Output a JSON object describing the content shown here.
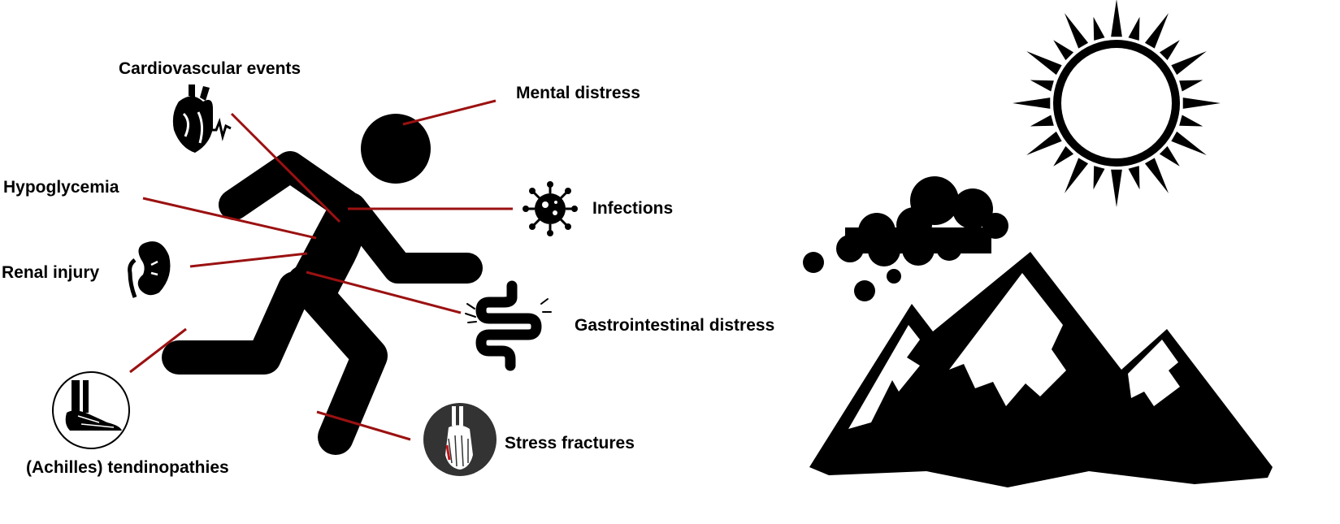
{
  "labels": {
    "cardiovascular": "Cardiovascular events",
    "mental": "Mental distress",
    "hypoglycemia": "Hypoglycemia",
    "infections": "Infections",
    "renal": "Renal injury",
    "gastrointestinal": "Gastrointestinal distress",
    "stress_fractures": "Stress fractures",
    "tendinopathies": "(Achilles) tendinopathies"
  },
  "colors": {
    "connector": "#9b1111",
    "figure": "#000000",
    "background": "#ffffff",
    "fracture_highlight": "#c0151a",
    "icon_disc": "#333333"
  },
  "icons": [
    "runner-figure",
    "heart-icon",
    "kidney-icon",
    "virus-icon",
    "intestine-icon",
    "foot-xray-icon",
    "ankle-xray-icon",
    "sun-icon",
    "cloud-icon",
    "mountain-icon"
  ]
}
